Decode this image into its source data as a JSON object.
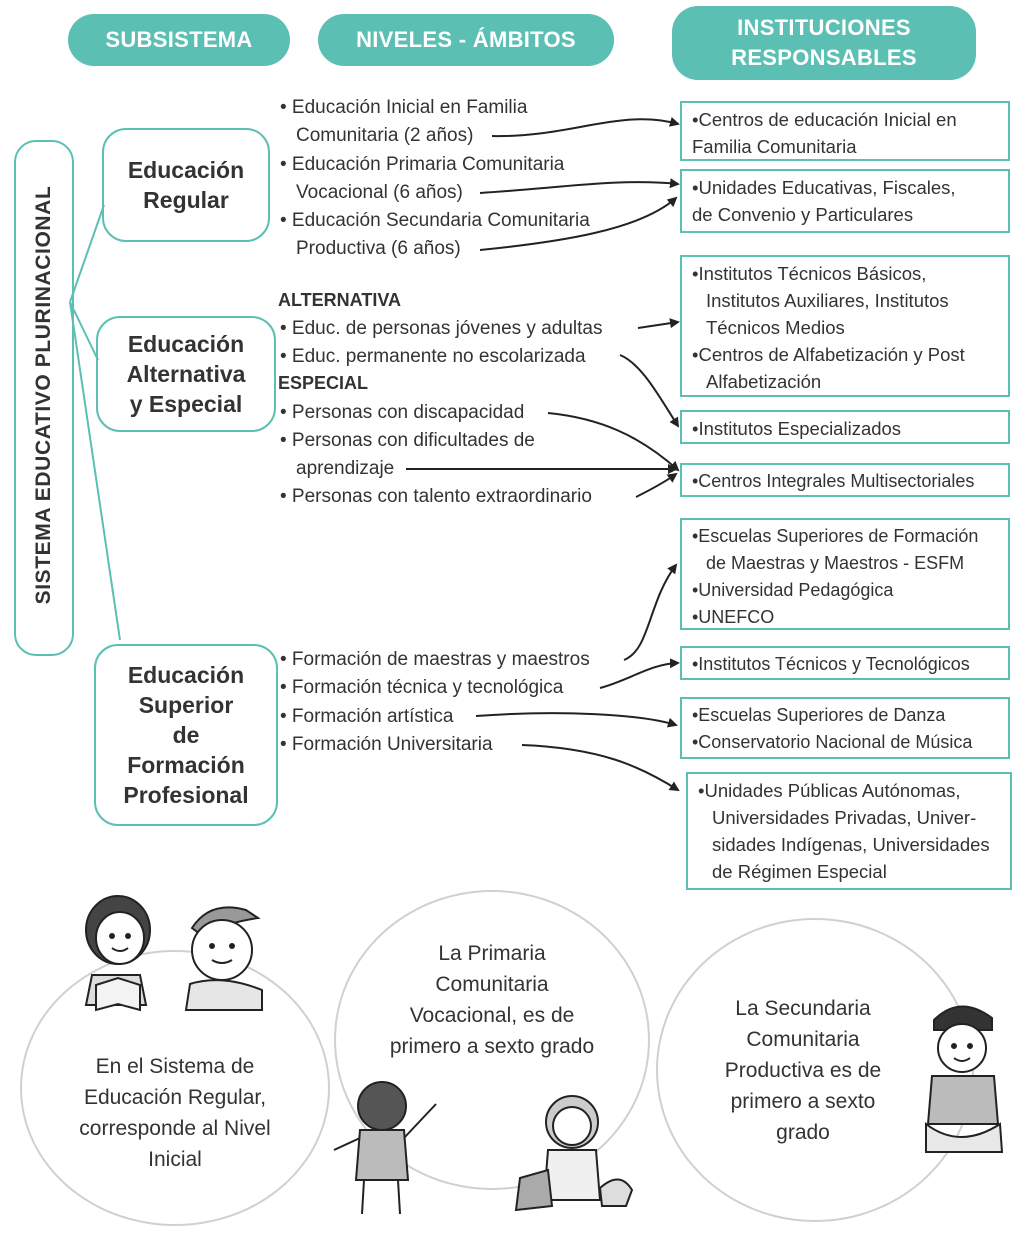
{
  "headers": {
    "subsistema": "SUBSISTEMA",
    "niveles": "NIVELES - ÁMBITOS",
    "instituciones_1": "INSTITUCIONES",
    "instituciones_2": "RESPONSABLES"
  },
  "vertical_label": "SISTEMA EDUCATIVO PLURINACIONAL",
  "subsystems": {
    "regular": "Educación\nRegular",
    "alternativa": "Educación\nAlternativa\ny Especial",
    "superior": "Educación\nSuperior\nde\nFormación\nProfesional"
  },
  "niveles": {
    "regular": [
      "• Educación Inicial en Familia",
      "Comunitaria (2 años)",
      "• Educación Primaria Comunitaria",
      "Vocacional (6 años)",
      "• Educación Secundaria Comunitaria",
      "Productiva (6 años)"
    ],
    "alternativa_header": "ALTERNATIVA",
    "alternativa": [
      "• Educ. de personas jóvenes y adultas",
      "• Educ. permanente no escolarizada"
    ],
    "especial_header": "ESPECIAL",
    "especial": [
      "• Personas con discapacidad",
      "• Personas con dificultades de",
      "aprendizaje",
      "• Personas con talento extraordinario"
    ],
    "superior": [
      "• Formación de maestras y maestros",
      "• Formación técnica y tecnológica",
      "• Formación artística",
      "• Formación Universitaria"
    ]
  },
  "instituciones": {
    "b1": [
      "•Centros de educación Inicial en",
      "Familia Comunitaria"
    ],
    "b2": [
      "•Unidades Educativas, Fiscales,",
      "de Convenio y Particulares"
    ],
    "b3": [
      "•Institutos Técnicos Básicos,",
      "Institutos Auxiliares, Institutos",
      "Técnicos Medios",
      "•Centros de Alfabetización y Post",
      "Alfabetización"
    ],
    "b4": [
      "•Institutos Especializados"
    ],
    "b5": [
      "•Centros Integrales Multisectoriales"
    ],
    "b6": [
      "•Escuelas Superiores de Formación",
      "de Maestras y Maestros - ESFM",
      "•Universidad Pedagógica",
      "•UNEFCO"
    ],
    "b7": [
      "•Institutos Técnicos y Tecnológicos"
    ],
    "b8": [
      "•Escuelas Superiores de Danza",
      "•Conservatorio Nacional de Música"
    ],
    "b9": [
      "•Unidades Públicas Autónomas,",
      "Universidades Privadas, Univer-",
      "sidades Indígenas, Universidades",
      "de Régimen Especial"
    ]
  },
  "circles": {
    "c1": "En el Sistema de\nEducación Regular,\ncorresponde al Nivel\nInicial",
    "c2": "La Primaria\nComunitaria\nVocacional, es de\nprimero a sexto grado",
    "c3": "La Secundaria\nComunitaria\nProductiva es de\nprimero a sexto\ngrado"
  },
  "colors": {
    "accent": "#5bbfb3",
    "text": "#333333",
    "circle_border": "#d0d0d0"
  },
  "icons": [
    "children-reading-illustration",
    "child-waving-illustration",
    "girl-with-baskets-illustration",
    "boy-with-cap-illustration",
    "arrow-icon"
  ]
}
